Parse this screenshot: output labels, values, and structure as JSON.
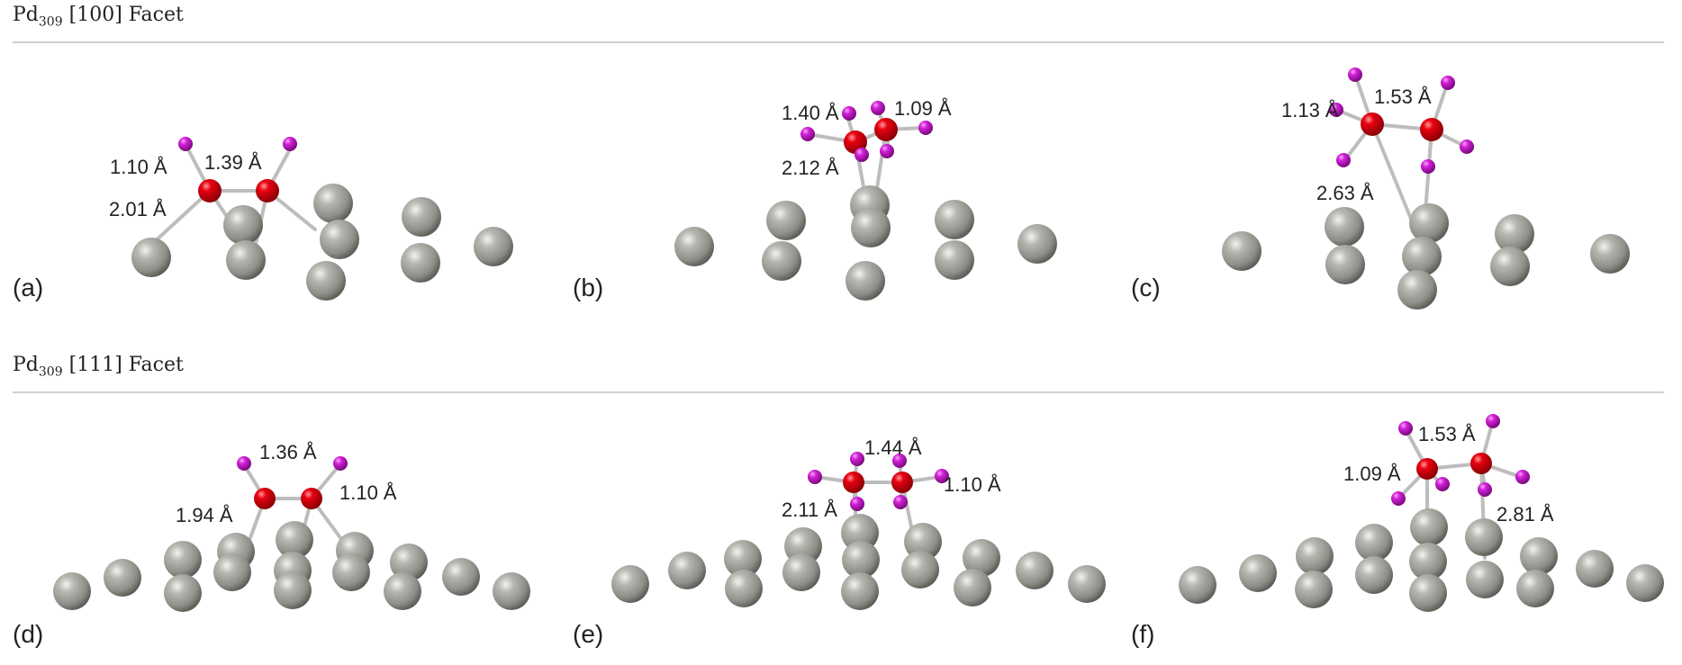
{
  "sections": [
    {
      "element": "Pd",
      "subscript": "309",
      "facet": "[100] Facet"
    },
    {
      "element": "Pd",
      "subscript": "309",
      "facet": "[111] Facet"
    }
  ],
  "panels": [
    {
      "label": "(a)",
      "bond_labels": [
        "1.10 Å",
        "1.39 Å",
        "2.01 Å"
      ]
    },
    {
      "label": "(b)",
      "bond_labels": [
        "1.40 Å",
        "1.09 Å",
        "2.12 Å"
      ]
    },
    {
      "label": "(c)",
      "bond_labels": [
        "1.13 Å",
        "1.53 Å",
        "2.63 Å"
      ]
    },
    {
      "label": "(d)",
      "bond_labels": [
        "1.36 Å",
        "1.94 Å",
        "1.10 Å"
      ]
    },
    {
      "label": "(e)",
      "bond_labels": [
        "1.44 Å",
        "2.11 Å",
        "1.10 Å"
      ]
    },
    {
      "label": "(f)",
      "bond_labels": [
        "1.53 Å",
        "1.09 Å",
        "2.81 Å"
      ]
    }
  ],
  "colors": {
    "pd_atom": "#8f928a",
    "carbon_atom": "#d4000c",
    "hydrogen_atom": "#c21bc8",
    "bond": "#bdbdbd"
  }
}
